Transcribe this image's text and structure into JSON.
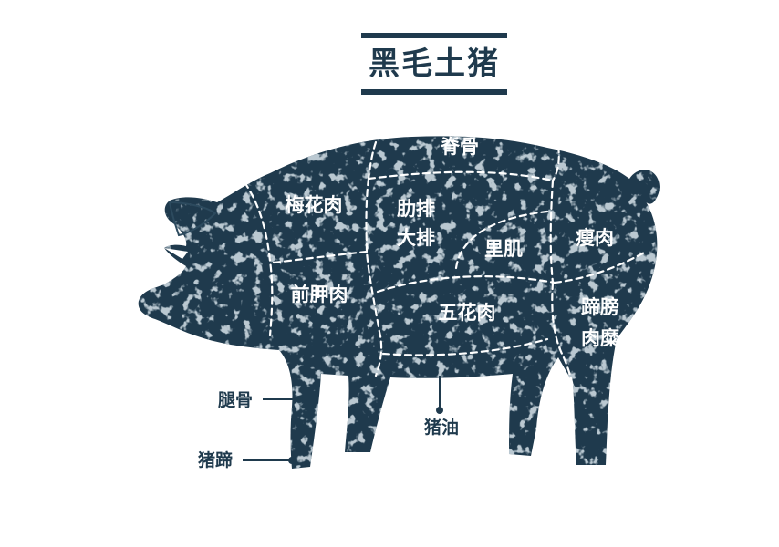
{
  "title": "黑毛土猪",
  "colors": {
    "pig_body": "#1f3a4d",
    "speckle": "#7d93a4",
    "cut_line": "#ffffff",
    "label_inside": "#ffffff",
    "label_outside": "#1f3a4d",
    "title": "#1f3a4d",
    "background": "#ffffff"
  },
  "cuts": {
    "backbone": "脊骨",
    "blade_shoulder": "梅花肉",
    "ribs_line1": "肋排",
    "ribs_line2": "大排",
    "tenderloin": "里肌",
    "lean_meat": "瘦肉",
    "front_shoulder": "前胛肉",
    "pork_belly": "五花肉",
    "hock_line1": "蹄膀",
    "hock_line2": "肉糜"
  },
  "callouts": {
    "leg_bone": "腿骨",
    "trotter": "猪蹄",
    "lard": "猪油"
  }
}
